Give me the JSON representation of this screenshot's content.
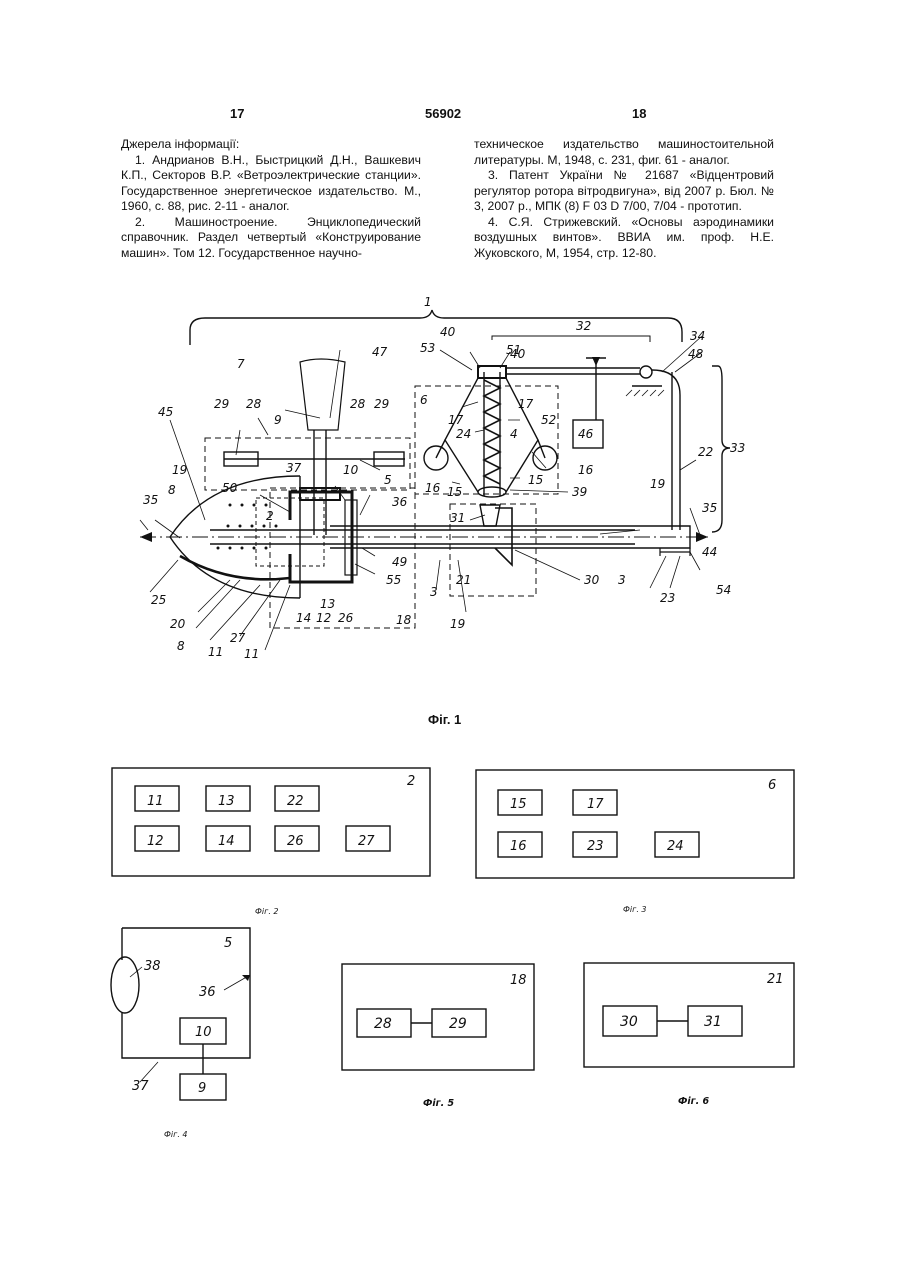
{
  "header": {
    "left_page": "17",
    "patent_number": "56902",
    "right_page": "18"
  },
  "sources": {
    "heading": "Джерела інформації:",
    "left": [
      "1. Андрианов В.Н., Быстрицкий Д.Н., Вашкевич К.П., Секторов В.Р. «Ветроэлектрические станции». Государственное энергетическое издательство. М., 1960, с. 88, рис. 2-11 - аналог.",
      "2. Машиностроение. Энциклопедический справочник. Раздел четвертый «Конструирование машин». Том 12. Государственное научно-"
    ],
    "right": [
      "техническое издательство машиностоительной литературы. М, 1948, с. 231, фиг. 61 - аналог.",
      "3. Патент України № 21687 «Відцентровий регулятор ротора вітродвигуна», від 2007 р. Бюл. № 3, 2007 р., МПК (8) F 03 D 7/00, 7/04 - прототип.",
      "4. С.Я. Стрижевский. «Основы аэродинамики воздушных винтов». ВВИА им. проф. Н.Е. Жуковского, М, 1954, стр. 12-80."
    ]
  },
  "fig1": {
    "caption": "Фіг. 1",
    "labels": [
      "1",
      "32",
      "34",
      "48",
      "40",
      "51",
      "40",
      "53",
      "6",
      "17",
      "17",
      "24",
      "4",
      "52",
      "46",
      "16",
      "16",
      "15",
      "15",
      "39",
      "22",
      "33",
      "19",
      "35",
      "44",
      "54",
      "23",
      "3",
      "30",
      "21",
      "19",
      "31",
      "7",
      "47",
      "29",
      "28",
      "9",
      "28",
      "29",
      "37",
      "10",
      "5",
      "36",
      "45",
      "19",
      "50",
      "8",
      "2",
      "35",
      "49",
      "55",
      "25",
      "20",
      "8",
      "27",
      "11",
      "11",
      "14",
      "12",
      "13",
      "26",
      "18",
      "3"
    ]
  },
  "fig2": {
    "caption": "Фіг. 2",
    "number": "2",
    "blocks": [
      "11",
      "13",
      "22",
      "12",
      "14",
      "26",
      "27"
    ]
  },
  "fig3": {
    "caption": "Фіг. 3",
    "number": "6",
    "blocks": [
      "15",
      "17",
      "16",
      "23",
      "24"
    ]
  },
  "fig4": {
    "caption": "Фіг. 4",
    "number": "5",
    "labels": [
      "38",
      "36",
      "37"
    ],
    "blocks": [
      "10",
      "9"
    ]
  },
  "fig5": {
    "caption": "Фіг. 5",
    "number": "18",
    "blocks": [
      "28",
      "29"
    ]
  },
  "fig6": {
    "caption": "Фіг. 6",
    "number": "21",
    "blocks": [
      "30",
      "31"
    ]
  }
}
